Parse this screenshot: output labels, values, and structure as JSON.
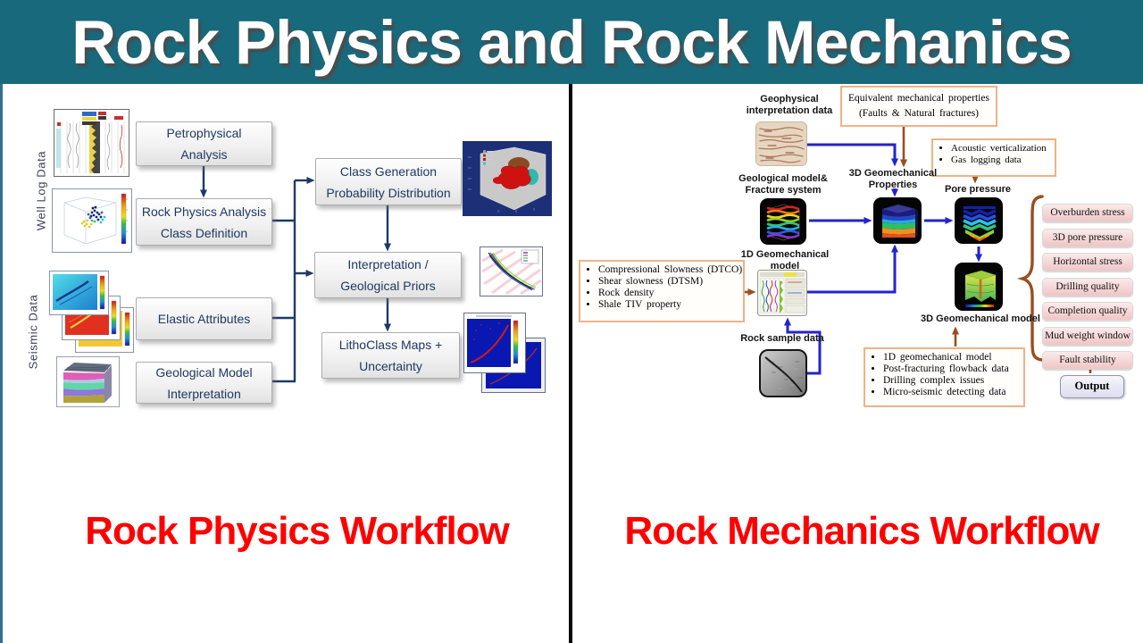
{
  "title": "Rock Physics and Rock Mechanics",
  "colors": {
    "banner_teal": "#19697C",
    "caption_red": "#FE0000",
    "flow_text_navy": "#1F3864",
    "navy_connector": "#1C3A68",
    "blue_arrow": "#2323CF",
    "brown_arrow": "#9A4E1E",
    "orange_box_border": "#EDB288",
    "pill_pink": "#EFC5C5",
    "output_lavender": "#DCDCEF"
  },
  "left": {
    "caption": "Rock Physics Workflow",
    "side_labels": {
      "well_log": "Well Log Data",
      "seismic": "Seismic Data"
    },
    "boxes": {
      "petrophysical": "Petrophysical\nAnalysis",
      "rock_physics": "Rock Physics Analysis\nClass Definition",
      "elastic": "Elastic Attributes",
      "geo_model": "Geological Model\nInterpretation",
      "class_gen": "Class Generation\nProbability Distribution",
      "interp": "Interpretation /\nGeological Priors",
      "litho": "LithoClass Maps +\nUncertainty"
    },
    "images": {
      "well_log": "well log tracks display",
      "scatter_3d": "3D rock physics crossplot scatter",
      "seismic_stack": "stacked seismic attribute maps",
      "geo_model_3d": "3D geological model block",
      "class_blob_3d": "3D lithoclass probability bodies",
      "crossplot": "geological priors crossplot",
      "litho_maps": "lithoclass probability maps"
    }
  },
  "right": {
    "caption": "Rock Mechanics Workflow",
    "labels": {
      "geophysical": "Geophysical\ninterpretation data",
      "geo_model_fracture": "Geological model&\nFracture system",
      "geomech_3d_props": "3D Geomechanical\nProperties",
      "pore_pressure": "Pore pressure",
      "geomech_1d": "1D Geomechanical model",
      "rock_sample": "Rock sample data",
      "geomech_3d_model": "3D Geomechanical model"
    },
    "equivalent_box": "Equivalent mechanical properties\n(Faults & Natural fractures)",
    "acoustic_bullets": [
      "Acoustic verticalization",
      "Gas logging data"
    ],
    "slowness_bullets": [
      "Compressional Slowness (DTCO)",
      "Shear slowness (DTSM)",
      "Rock density",
      "Shale TIV property"
    ],
    "model_bullets": [
      "1D geomechanical model",
      "Post-fracturing flowback data",
      "Drilling complex issues",
      "Micro-seismic detecting data"
    ],
    "pills": [
      "Overburden stress",
      "3D pore pressure",
      "Horizontal stress",
      "Drilling quality",
      "Completion quality",
      "Mud weight window",
      "Fault stability"
    ],
    "output": "Output",
    "images": {
      "geophysical_texture": "geophysical interpretation core texture",
      "fracture_cube": "geological model and fracture system cube",
      "props_cube": "3D geomechanical properties cube",
      "pore_cube": "pore pressure cube",
      "model_cube": "3D geomechanical model cube",
      "well_panel_1d": "1D geomechanical model well panel",
      "rock_sample": "rock core sample photo"
    }
  }
}
